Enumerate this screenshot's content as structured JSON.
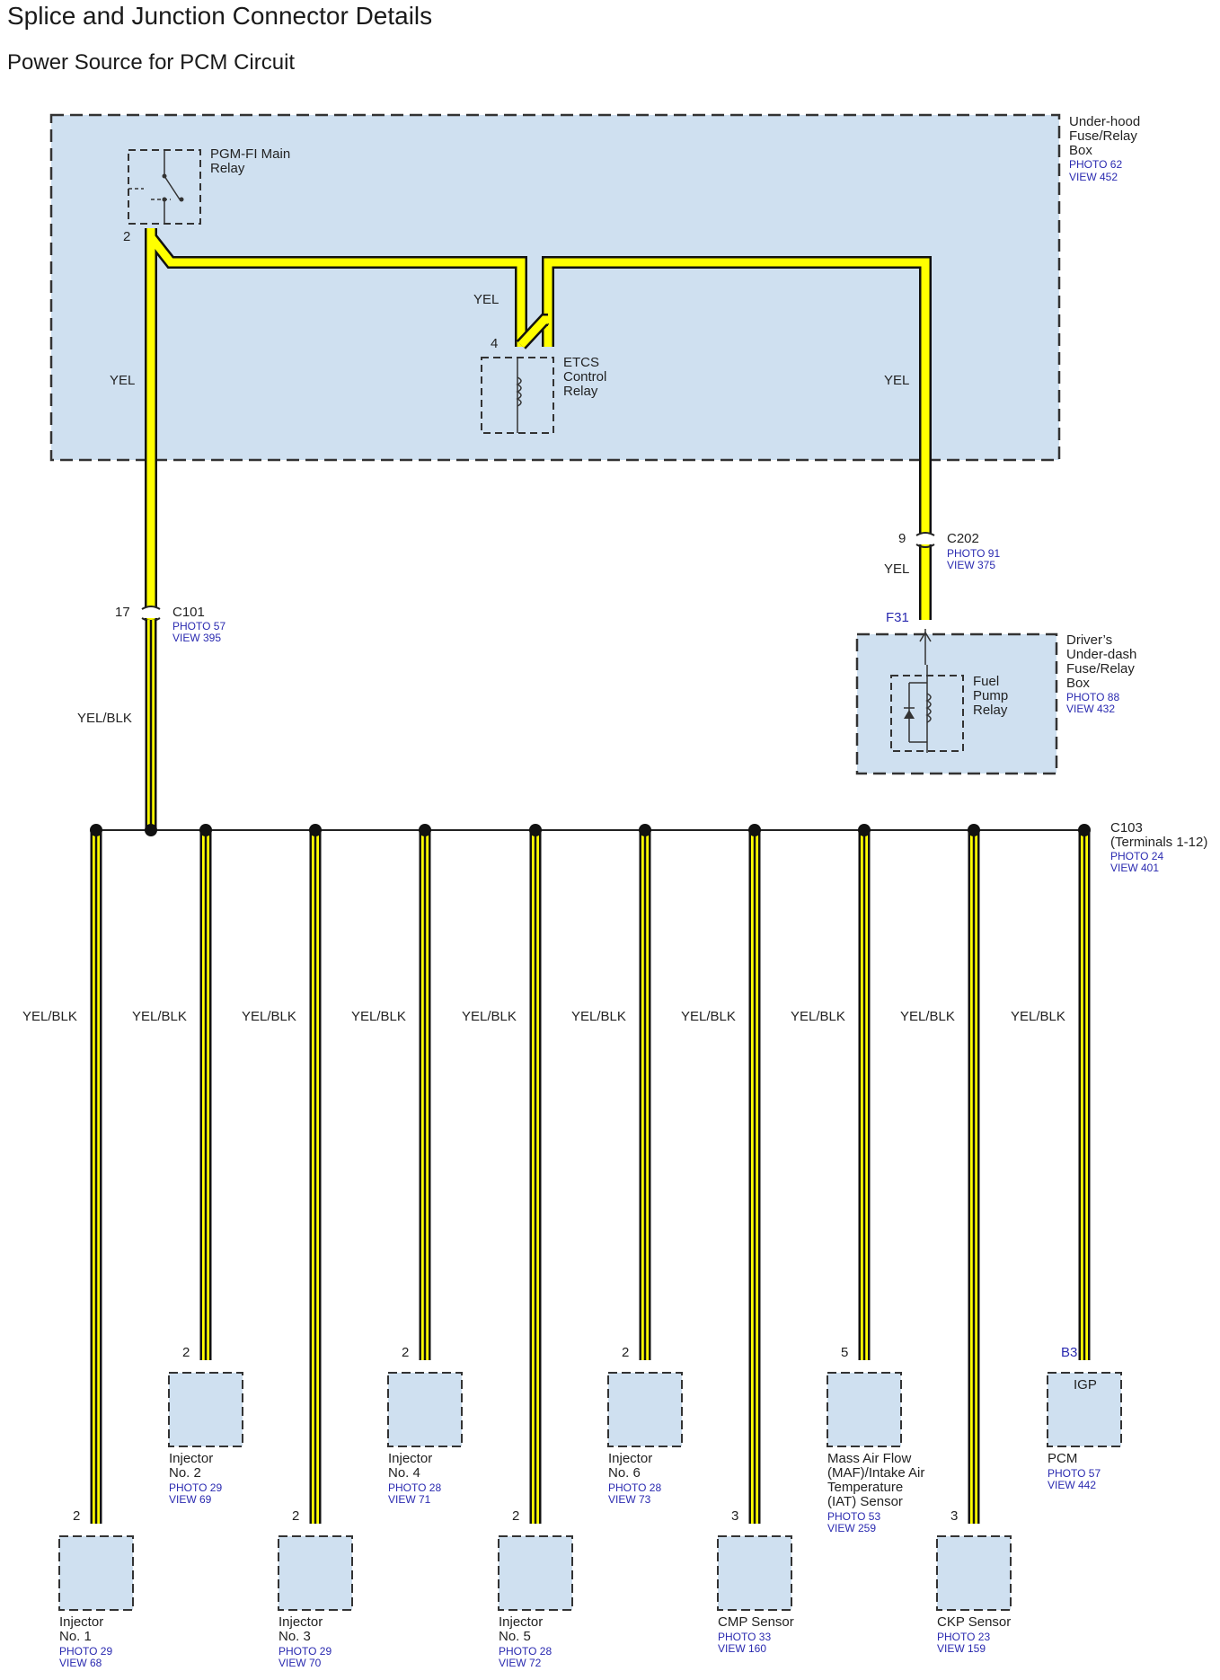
{
  "title": "Splice and Junction Connector Details",
  "subtitle": "Power Source for PCM Circuit",
  "underhood_box": {
    "name_lines": [
      "Under-hood",
      "Fuse/Relay",
      "Box"
    ],
    "photo": "PHOTO 62",
    "view": "VIEW 452"
  },
  "main_relay": {
    "name_lines": [
      "PGM-FI Main",
      "Relay"
    ],
    "pin": "2"
  },
  "etcs_relay": {
    "name_lines": [
      "ETCS",
      "Control",
      "Relay"
    ],
    "pin": "4"
  },
  "wires": {
    "yel": "YEL",
    "yel_blk": "YEL/BLK"
  },
  "c101": {
    "name": "C101",
    "pin": "17",
    "photo": "PHOTO 57",
    "view": "VIEW 395"
  },
  "c202": {
    "name": "C202",
    "pin": "9",
    "photo": "PHOTO 91",
    "view": "VIEW 375"
  },
  "f31": "F31",
  "dash_box": {
    "name_lines": [
      "Driver’s",
      "Under-dash",
      "Fuse/Relay",
      "Box"
    ],
    "photo": "PHOTO 88",
    "view": "VIEW 432"
  },
  "fuel_pump_relay": {
    "name_lines": [
      "Fuel",
      "Pump",
      "Relay"
    ]
  },
  "c103": {
    "name": "C103",
    "detail": "(Terminals 1-12)",
    "photo": "PHOTO 24",
    "view": "VIEW 401"
  },
  "components": [
    {
      "pin": "2",
      "name_lines": [
        "Injector",
        "No. 1"
      ],
      "photo": "PHOTO 29",
      "view": "VIEW 68"
    },
    {
      "pin": "2",
      "name_lines": [
        "Injector",
        "No. 2"
      ],
      "photo": "PHOTO 29",
      "view": "VIEW 69"
    },
    {
      "pin": "2",
      "name_lines": [
        "Injector",
        "No. 3"
      ],
      "photo": "PHOTO 29",
      "view": "VIEW 70"
    },
    {
      "pin": "2",
      "name_lines": [
        "Injector",
        "No. 4"
      ],
      "photo": "PHOTO 28",
      "view": "VIEW 71"
    },
    {
      "pin": "2",
      "name_lines": [
        "Injector",
        "No. 5"
      ],
      "photo": "PHOTO 28",
      "view": "VIEW 72"
    },
    {
      "pin": "2",
      "name_lines": [
        "Injector",
        "No. 6"
      ],
      "photo": "PHOTO 28",
      "view": "VIEW 73"
    },
    {
      "pin": "3",
      "name_lines": [
        "CMP Sensor"
      ],
      "photo": "PHOTO 33",
      "view": "VIEW 160"
    },
    {
      "pin": "5",
      "name_lines": [
        "Mass Air Flow",
        "(MAF)/Intake Air",
        "Temperature",
        "(IAT) Sensor"
      ],
      "photo": "PHOTO 53",
      "view": "VIEW 259"
    },
    {
      "pin": "3",
      "name_lines": [
        "CKP Sensor"
      ],
      "photo": "PHOTO 23",
      "view": "VIEW 159"
    },
    {
      "pin": "B3",
      "name_lines": [
        "PCM"
      ],
      "photo": "PHOTO 57",
      "view": "VIEW 442",
      "terminal": "IGP"
    }
  ]
}
